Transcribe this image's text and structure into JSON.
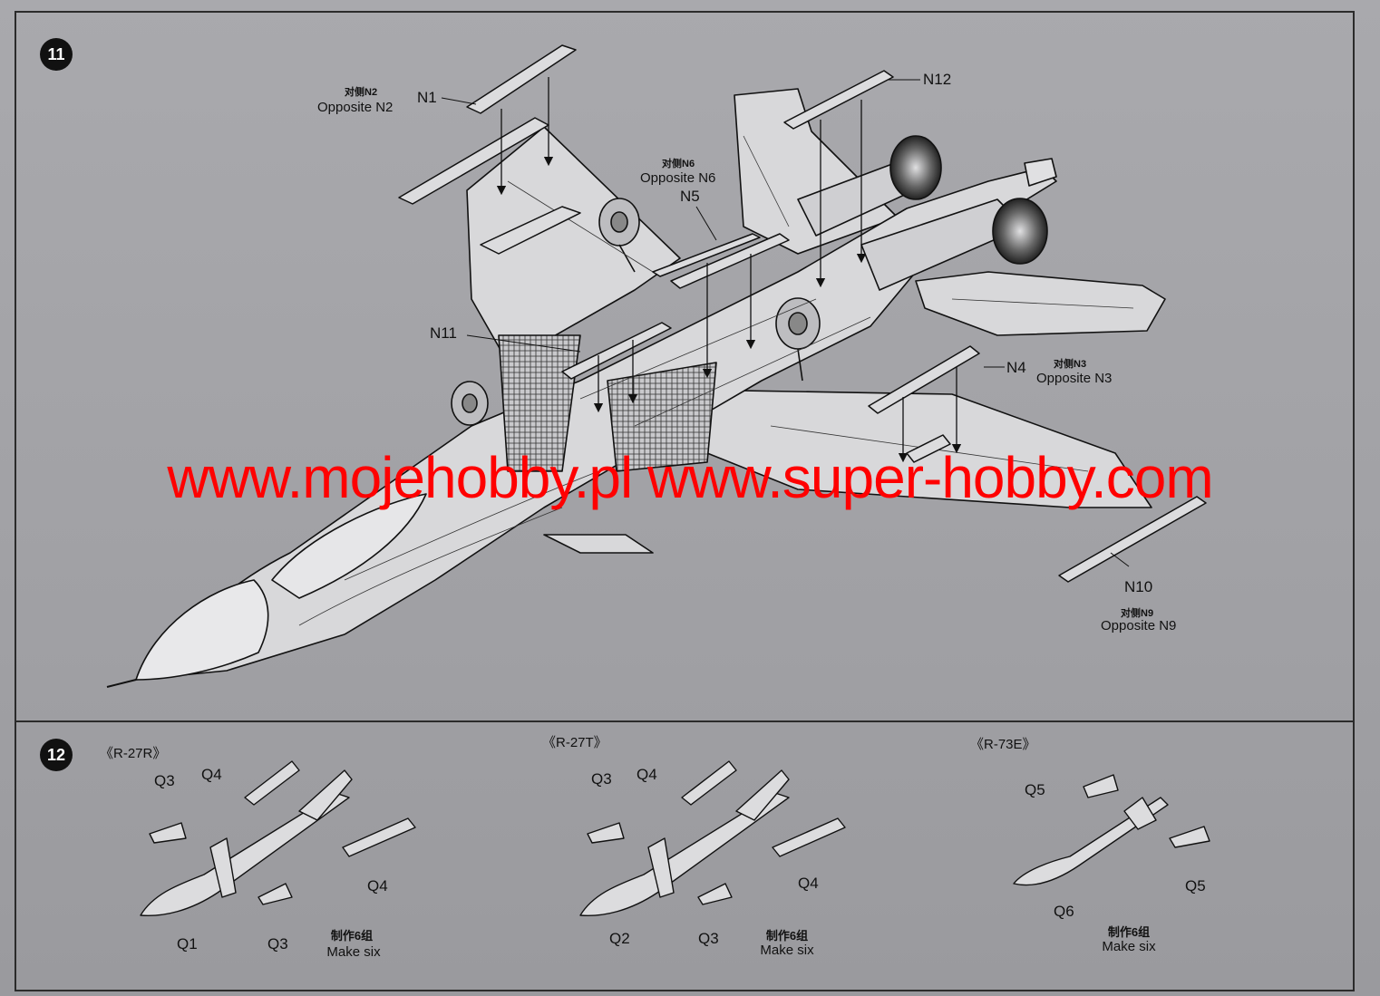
{
  "step11": {
    "number": "11",
    "labels": {
      "n1": "N1",
      "n2_cn": "对侧N2",
      "n2_en": "Opposite N2",
      "n6_cn": "对侧N6",
      "n6_en": "Opposite N6",
      "n5": "N5",
      "n12": "N12",
      "n11": "N11",
      "n4": "N4",
      "n3_cn": "对侧N3",
      "n3_en": "Opposite N3",
      "n10": "N10",
      "n9_cn": "对侧N9",
      "n9_en": "Opposite N9"
    }
  },
  "step12": {
    "number": "12",
    "groups": [
      {
        "title": "《R-27R》",
        "parts": [
          "Q4",
          "Q3",
          "Q4",
          "Q1",
          "Q3"
        ],
        "note_cn": "制作6组",
        "note_en": "Make six"
      },
      {
        "title": "《R-27T》",
        "parts": [
          "Q3",
          "Q4",
          "Q4",
          "Q2",
          "Q3"
        ],
        "note_cn": "制作6组",
        "note_en": "Make six"
      },
      {
        "title": "《R-73E》",
        "parts": [
          "Q5",
          "Q5",
          "Q6"
        ],
        "note_cn": "制作6组",
        "note_en": "Make six"
      }
    ]
  },
  "watermark": "www.mojehobby.pl www.super-hobby.com",
  "colors": {
    "paper": "#a5a5a9",
    "ink": "#111111",
    "watermark": "#ff0000"
  }
}
